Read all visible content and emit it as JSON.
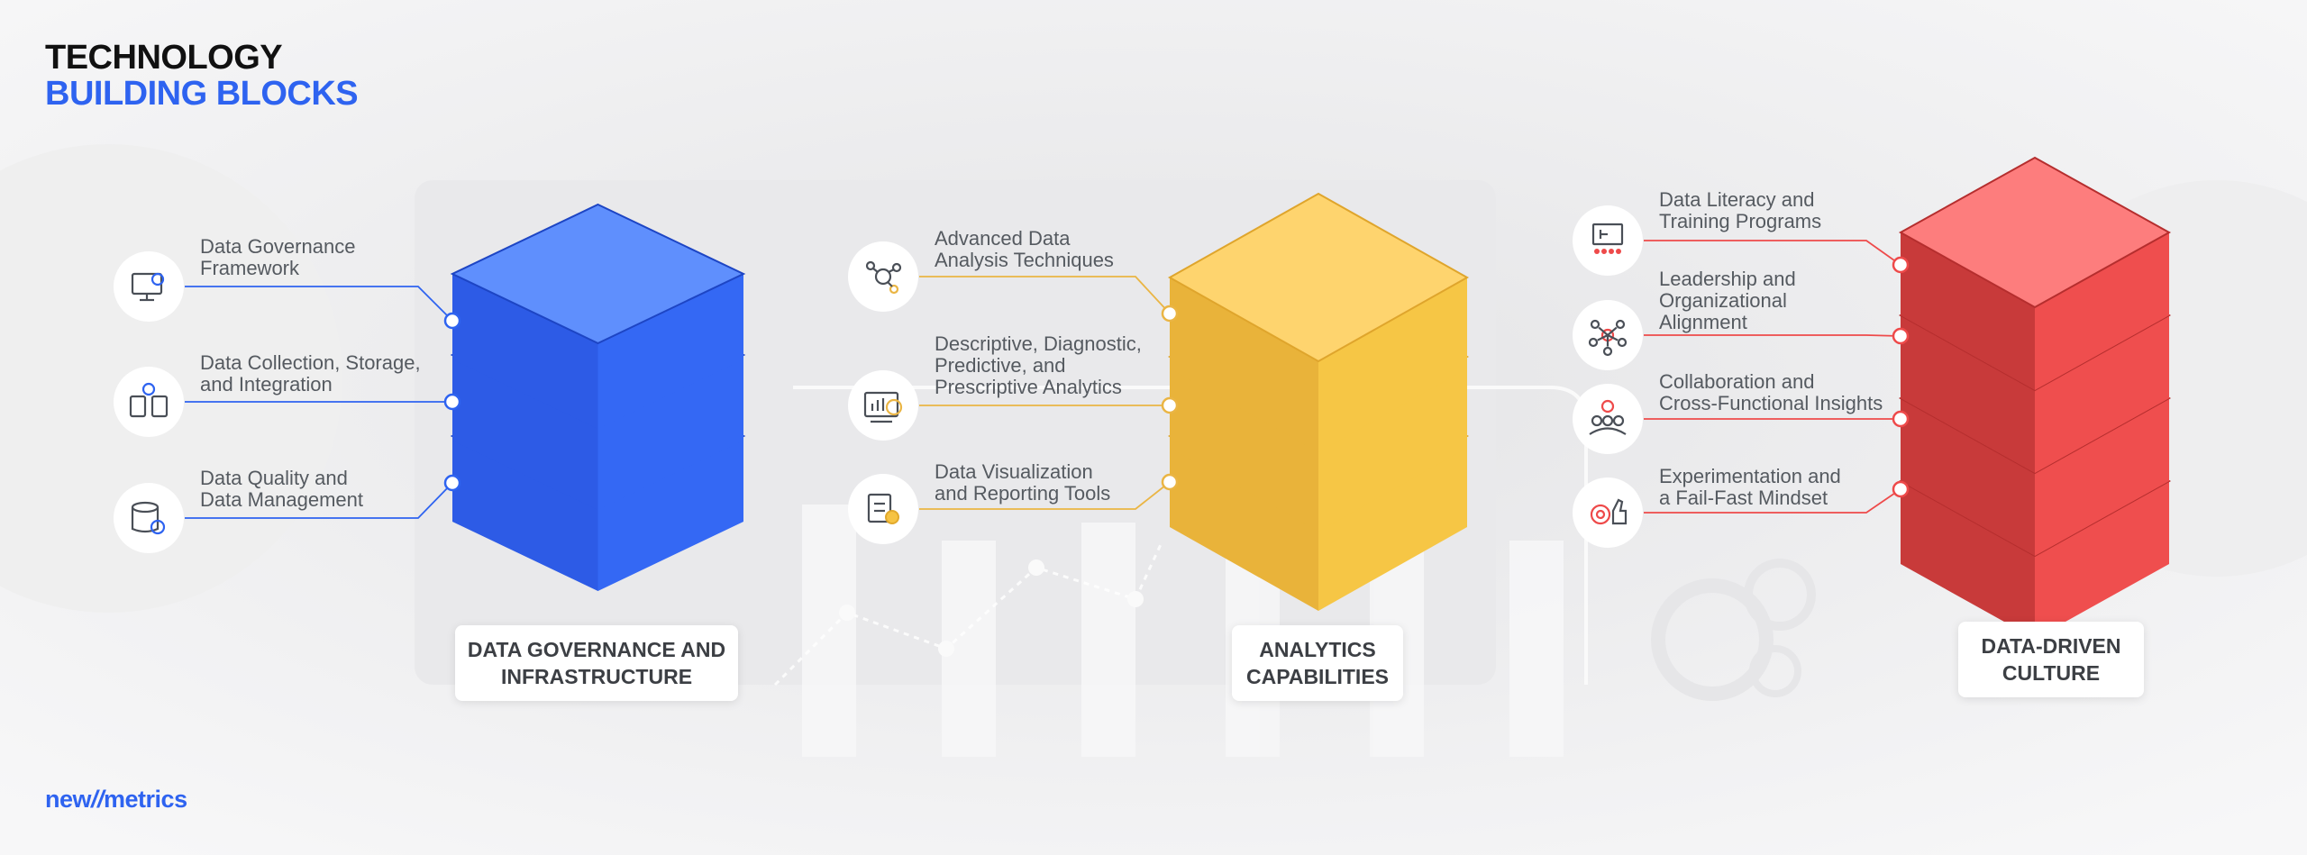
{
  "header": {
    "title_line1": "TECHNOLOGY",
    "title_line2": "BUILDING BLOCKS"
  },
  "brand": {
    "part1": "new",
    "separator": "//",
    "part2": "metrics"
  },
  "colors": {
    "blue": "#2e63f0",
    "yellow": "#f6c343",
    "red": "#f04848",
    "label_text": "#555a60",
    "caption_text": "#3c3f44"
  },
  "pillars": [
    {
      "id": "governance",
      "caption": "DATA GOVERNANCE AND\nINFRASTRUCTURE",
      "color": "blue",
      "items": [
        {
          "label": "Data Governance\nFramework",
          "icon": "monitor-gear-icon"
        },
        {
          "label": "Data Collection, Storage,\nand Integration",
          "icon": "documents-gear-icon"
        },
        {
          "label": "Data Quality and\nData Management",
          "icon": "database-badge-icon"
        }
      ]
    },
    {
      "id": "analytics",
      "caption": "ANALYTICS\nCAPABILITIES",
      "color": "yellow",
      "items": [
        {
          "label": "Advanced Data\nAnalysis Techniques",
          "icon": "network-nodes-icon"
        },
        {
          "label": "Descriptive, Diagnostic,\nPredictive, and\nPrescriptive Analytics",
          "icon": "chart-magnifier-icon"
        },
        {
          "label": "Data Visualization\nand Reporting Tools",
          "icon": "report-coin-icon"
        }
      ]
    },
    {
      "id": "culture",
      "caption": "DATA-DRIVEN\nCULTURE",
      "color": "red",
      "items": [
        {
          "label": "Data Literacy and\nTraining Programs",
          "icon": "presentation-board-icon"
        },
        {
          "label": "Leadership and\nOrganizational\nAlignment",
          "icon": "team-network-icon"
        },
        {
          "label": "Collaboration and\nCross-Functional Insights",
          "icon": "team-idea-icon"
        },
        {
          "label": "Experimentation and\na Fail-Fast Mindset",
          "icon": "gear-thumbs-up-icon"
        }
      ]
    }
  ]
}
